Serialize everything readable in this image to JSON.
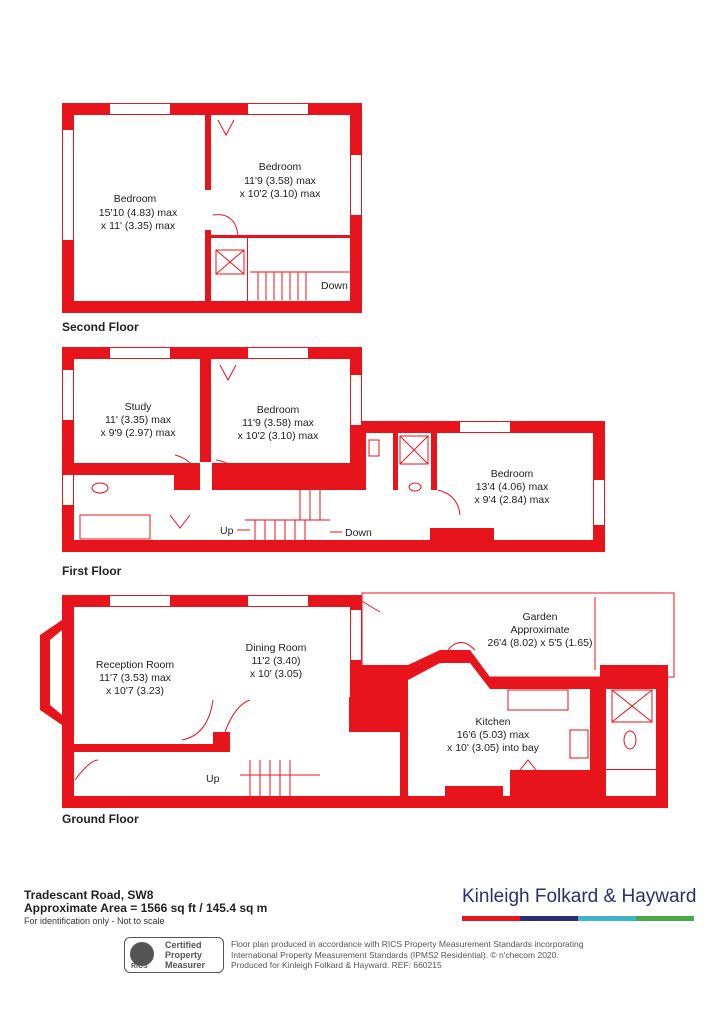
{
  "floors": {
    "second": {
      "title": "Second Floor",
      "rooms": [
        {
          "name": "Bedroom",
          "dim1": "15'10 (4.83) max",
          "dim2": "x 11' (3.35) max"
        },
        {
          "name": "Bedroom",
          "dim1": "11'9 (3.58) max",
          "dim2": "x 10'2 (3.10) max"
        }
      ],
      "stairs": "Down"
    },
    "first": {
      "title": "First Floor",
      "rooms": [
        {
          "name": "Study",
          "dim1": "11' (3.35) max",
          "dim2": "x 9'9 (2.97) max"
        },
        {
          "name": "Bedroom",
          "dim1": "11'9 (3.58) max",
          "dim2": "x 10'2 (3.10) max"
        },
        {
          "name": "Bedroom",
          "dim1": "13'4 (4.06) max",
          "dim2": "x 9'4 (2.84) max"
        }
      ],
      "stairs_up": "Up",
      "stairs_down": "Down"
    },
    "ground": {
      "title": "Ground Floor",
      "rooms": [
        {
          "name": "Reception Room",
          "dim1": "11'7 (3.53) max",
          "dim2": "x 10'7 (3.23)"
        },
        {
          "name": "Dining Room",
          "dim1": "11'2 (3.40)",
          "dim2": "x 10' (3.05)"
        },
        {
          "name": "Kitchen",
          "dim1": "16'6 (5.03) max",
          "dim2": "x 10' (3.05) into bay"
        }
      ],
      "garden": {
        "name": "Garden",
        "dim1": "Approximate",
        "dim2": "26'4 (8.02) x 5'5 (1.65)"
      },
      "stairs_up": "Up"
    }
  },
  "property": {
    "address": "Tradescant Road, SW8",
    "area": "Approximate Area = 1566 sq ft / 145.4 sq m",
    "note": "For identification only - Not to scale"
  },
  "brand": {
    "name": "Kinleigh Folkard & Hayward",
    "bar_colors": [
      "#e8141c",
      "#2c2e70",
      "#3fb5c8",
      "#4ca846"
    ]
  },
  "rics": {
    "mark": "RICS",
    "line1": "Certified",
    "line2": "Property",
    "line3": "Measurer"
  },
  "credit": {
    "line1": "Floor plan produced in accordance with RICS Property Measurement Standards incorporating",
    "line2": "International Property Measurement Standards (IPMS2 Residential).  © n'checom 2020.",
    "line3": "Produced for Kinleigh Folkard & Hayward.   REF: 660215"
  },
  "colors": {
    "wall": "#e8141c",
    "text": "#222222"
  }
}
